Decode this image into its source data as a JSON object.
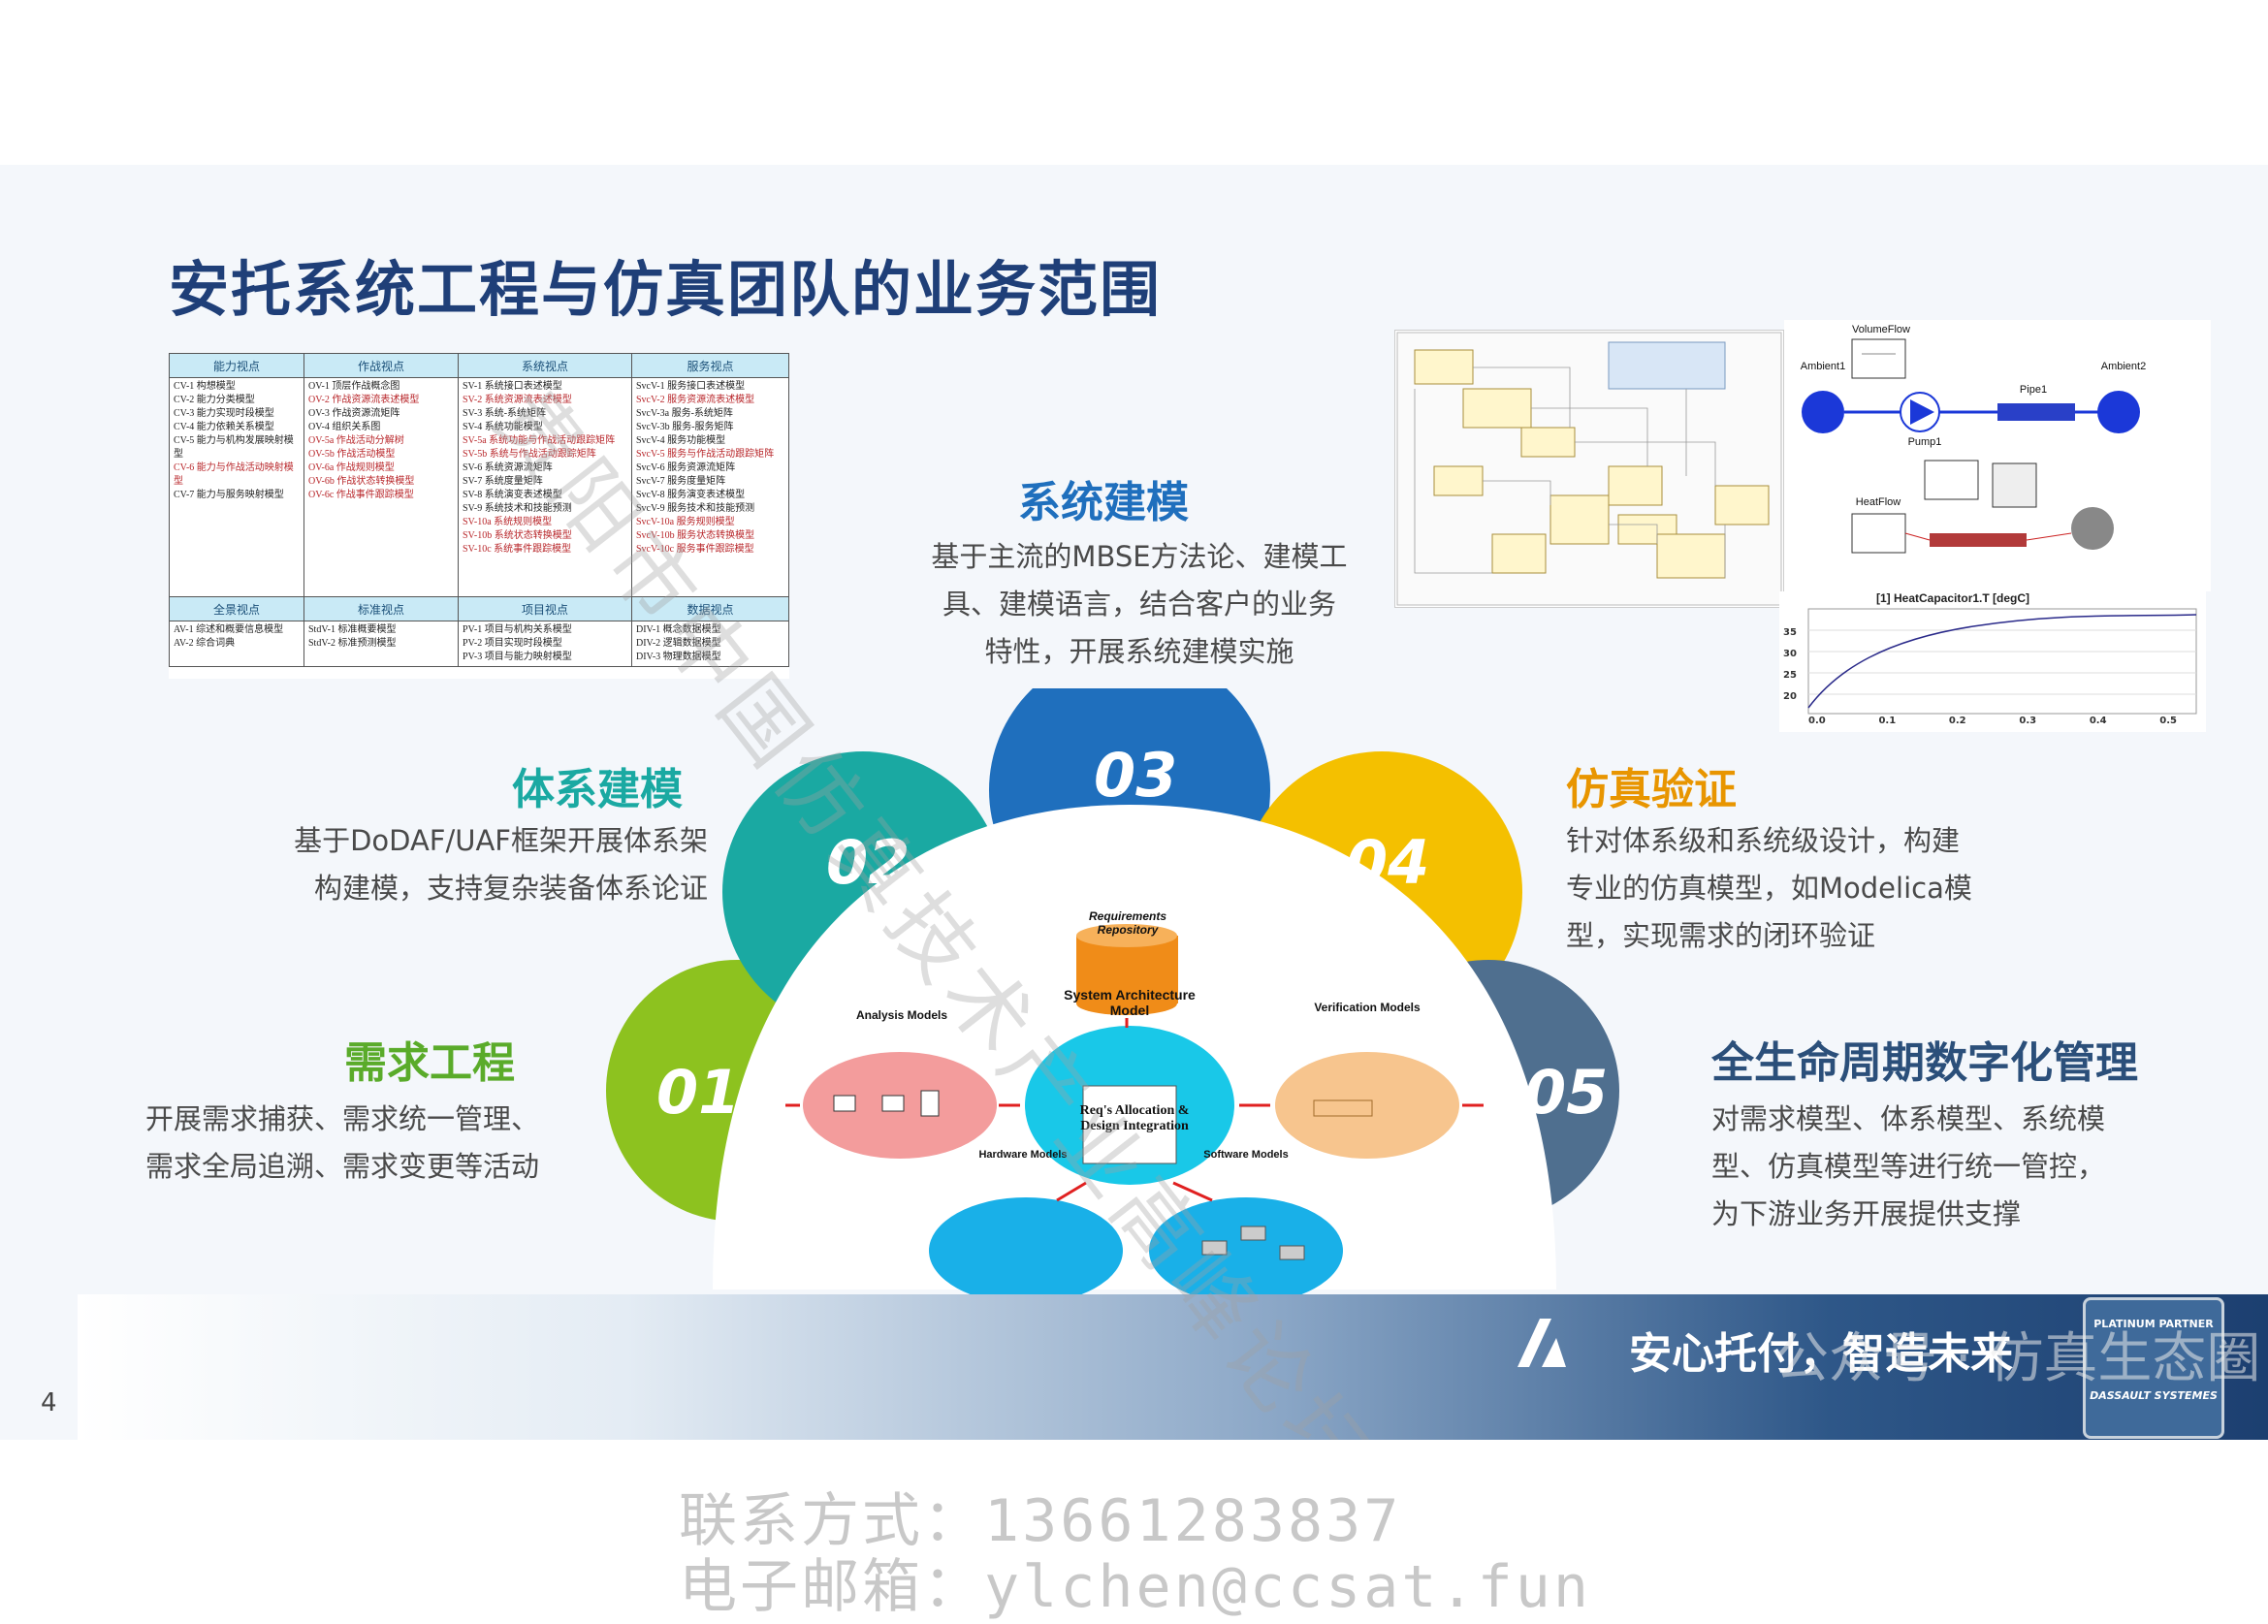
{
  "title": "安托系统工程与仿真团队的业务范围",
  "page_number": "4",
  "sections": {
    "s01": {
      "num": "01",
      "title": "需求工程",
      "desc": [
        "开展需求捕获、需求统一管理、",
        "需求全局追溯、需求变更等活动"
      ]
    },
    "s02": {
      "num": "02",
      "title": "体系建模",
      "desc": [
        "基于DoDAF/UAF框架开展体系架",
        "构建模，支持复杂装备体系论证"
      ]
    },
    "s03": {
      "num": "03",
      "title": "系统建模",
      "desc": [
        "基于主流的MBSE方法论、建模工",
        "具、建模语言，结合客户的业务",
        "特性，开展系统建模实施"
      ]
    },
    "s04": {
      "num": "04",
      "title": "仿真验证",
      "desc": [
        "针对体系级和系统级设计，构建",
        "专业的仿真模型，如Modelica模",
        "型，实现需求的闭环验证"
      ]
    },
    "s05": {
      "num": "05",
      "title": "全生命周期数字化管理",
      "desc": [
        "对需求模型、体系模型、系统模",
        "型、仿真模型等进行统一管控，",
        "为下游业务开展提供支撑"
      ]
    }
  },
  "diagram": {
    "repo": "Requirements Repository",
    "system": "System Architecture Model",
    "analysis": "Analysis Models",
    "verification": "Verification Models",
    "hardware": "Hardware Models",
    "software": "Software Models",
    "alloc": "Req's Allocation & Design Integration"
  },
  "arch_table": {
    "headers": [
      "能力视点",
      "作战视点",
      "系统视点",
      "服务视点"
    ],
    "cv": [
      "CV-1 构想模型",
      "CV-2 能力分类模型",
      "CV-3 能力实现时段模型",
      "CV-4 能力依赖关系模型",
      "CV-5 能力与机构发展映射模型",
      "CV-6 能力与作战活动映射模型",
      "CV-7 能力与服务映射模型"
    ],
    "ov": [
      "OV-1 顶层作战概念图",
      "OV-2 作战资源流表述模型",
      "OV-3 作战资源流矩阵",
      "OV-4 组织关系图",
      "OV-5a 作战活动分解树",
      "OV-5b 作战活动模型",
      "OV-6a 作战规则模型",
      "OV-6b 作战状态转换模型",
      "OV-6c 作战事件跟踪模型"
    ],
    "sv": [
      "SV-1 系统接口表述模型",
      "SV-2 系统资源流表述模型",
      "SV-3 系统-系统矩阵",
      "SV-4 系统功能模型",
      "SV-5a 系统功能与作战活动跟踪矩阵",
      "SV-5b 系统与作战活动跟踪矩阵",
      "SV-6 系统资源流矩阵",
      "SV-7 系统度量矩阵",
      "SV-8 系统演变表述模型",
      "SV-9 系统技术和技能预测",
      "SV-10a 系统规则模型",
      "SV-10b 系统状态转换模型",
      "SV-10c 系统事件跟踪模型"
    ],
    "svcv": [
      "SvcV-1 服务接口表述模型",
      "SvcV-2 服务资源流表述模型",
      "SvcV-3a 服务-系统矩阵",
      "SvcV-3b 服务-服务矩阵",
      "SvcV-4 服务功能模型",
      "SvcV-5 服务与作战活动跟踪矩阵",
      "SvcV-6 服务资源流矩阵",
      "SvcV-7 服务度量矩阵",
      "SvcV-8 服务演变表述模型",
      "SvcV-9 服务技术和技能预测",
      "SvcV-10a 服务规则模型",
      "SvcV-10b 服务状态转换模型",
      "SvcV-10c 服务事件跟踪模型"
    ],
    "headers2": [
      "全景视点",
      "标准视点",
      "项目视点",
      "数据视点"
    ],
    "av": [
      "AV-1 综述和概要信息模型",
      "AV-2 综合词典"
    ],
    "stdv": [
      "StdV-1 标准概要模型",
      "StdV-2 标准预测模型"
    ],
    "pv": [
      "PV-1 项目与机构关系模型",
      "PV-2 项目实现时段模型",
      "PV-3 项目与能力映射模型"
    ],
    "dvi": [
      "DIV-1 概念数据模型",
      "DIV-2 逻辑数据模型",
      "DIV-3 物理数据模型"
    ]
  },
  "modelica": {
    "ambient1": "Ambient1",
    "ambient2": "Ambient2",
    "volumeflow": "VolumeFlow",
    "pump": "Pump1",
    "pipe": "Pipe1",
    "heatflow": "HeatFlow",
    "plot_title": "[1] HeatCapacitor1.T [degC]",
    "plot_y": [
      "35",
      "30",
      "25",
      "20"
    ],
    "plot_x": [
      "0.0",
      "0.1",
      "0.2",
      "0.3",
      "0.4",
      "0.5"
    ]
  },
  "footer": {
    "slogan": "安心托付，智造未来",
    "partner_top": "PLATINUM PARTNER",
    "partner_bottom": "DASSAULT SYSTEMES"
  },
  "watermark": "贵阳市中国仿真技术产业高峰论坛",
  "wechat_mark": "公众号 · 仿真生态圈",
  "contact": {
    "phone": "联系方式：13661283837",
    "email": "电子邮箱：ylchen@ccsat.fun"
  },
  "colors": {
    "c01": "#8dc21f",
    "c02": "#1aa9a2",
    "c03": "#1f6fbd",
    "c04": "#f4c000",
    "c05": "#4f6f8f",
    "title": "#1f3f78",
    "sec_green": "#5aab2a",
    "sec_blue": "#1f6fbd",
    "sec_orange": "#e89500",
    "sec_navy": "#2b4f7a"
  }
}
